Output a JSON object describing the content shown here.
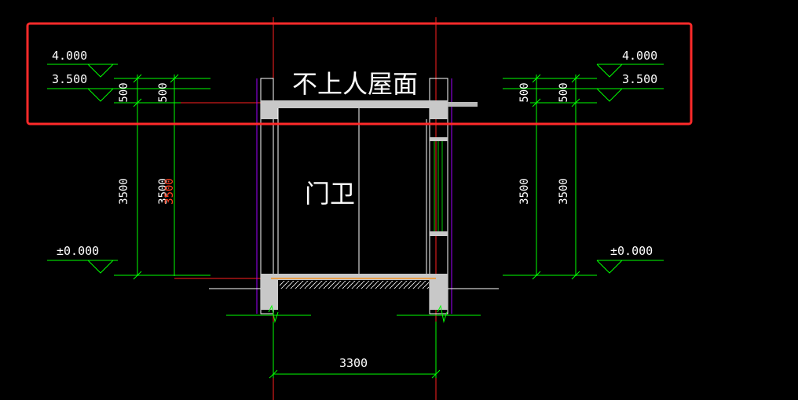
{
  "drawing": {
    "room_title": "不上人屋面",
    "room_label": "门卫"
  },
  "elevations": {
    "left": {
      "top": "4.000",
      "roof": "3.500",
      "ground": "±0.000"
    },
    "right": {
      "top": "4.000",
      "roof": "3.500",
      "ground": "±0.000"
    }
  },
  "dimensions": {
    "left_parapet_outer": "500",
    "left_parapet_inner": "500",
    "left_height_outer": "3500",
    "left_height_inner": "3500",
    "left_height_red": "3500",
    "right_parapet_inner": "500",
    "right_parapet_outer": "500",
    "right_height_inner": "3500",
    "right_height_outer": "3500",
    "bottom_width": "3300"
  },
  "colors": {
    "background": "#000000",
    "line": "#ffffff",
    "dimension": "#00ff00",
    "axis": "#ff0000",
    "wall_fill": "#c8c8c8",
    "purple": "#b000ff",
    "highlight_box": "#ff2a2a"
  }
}
